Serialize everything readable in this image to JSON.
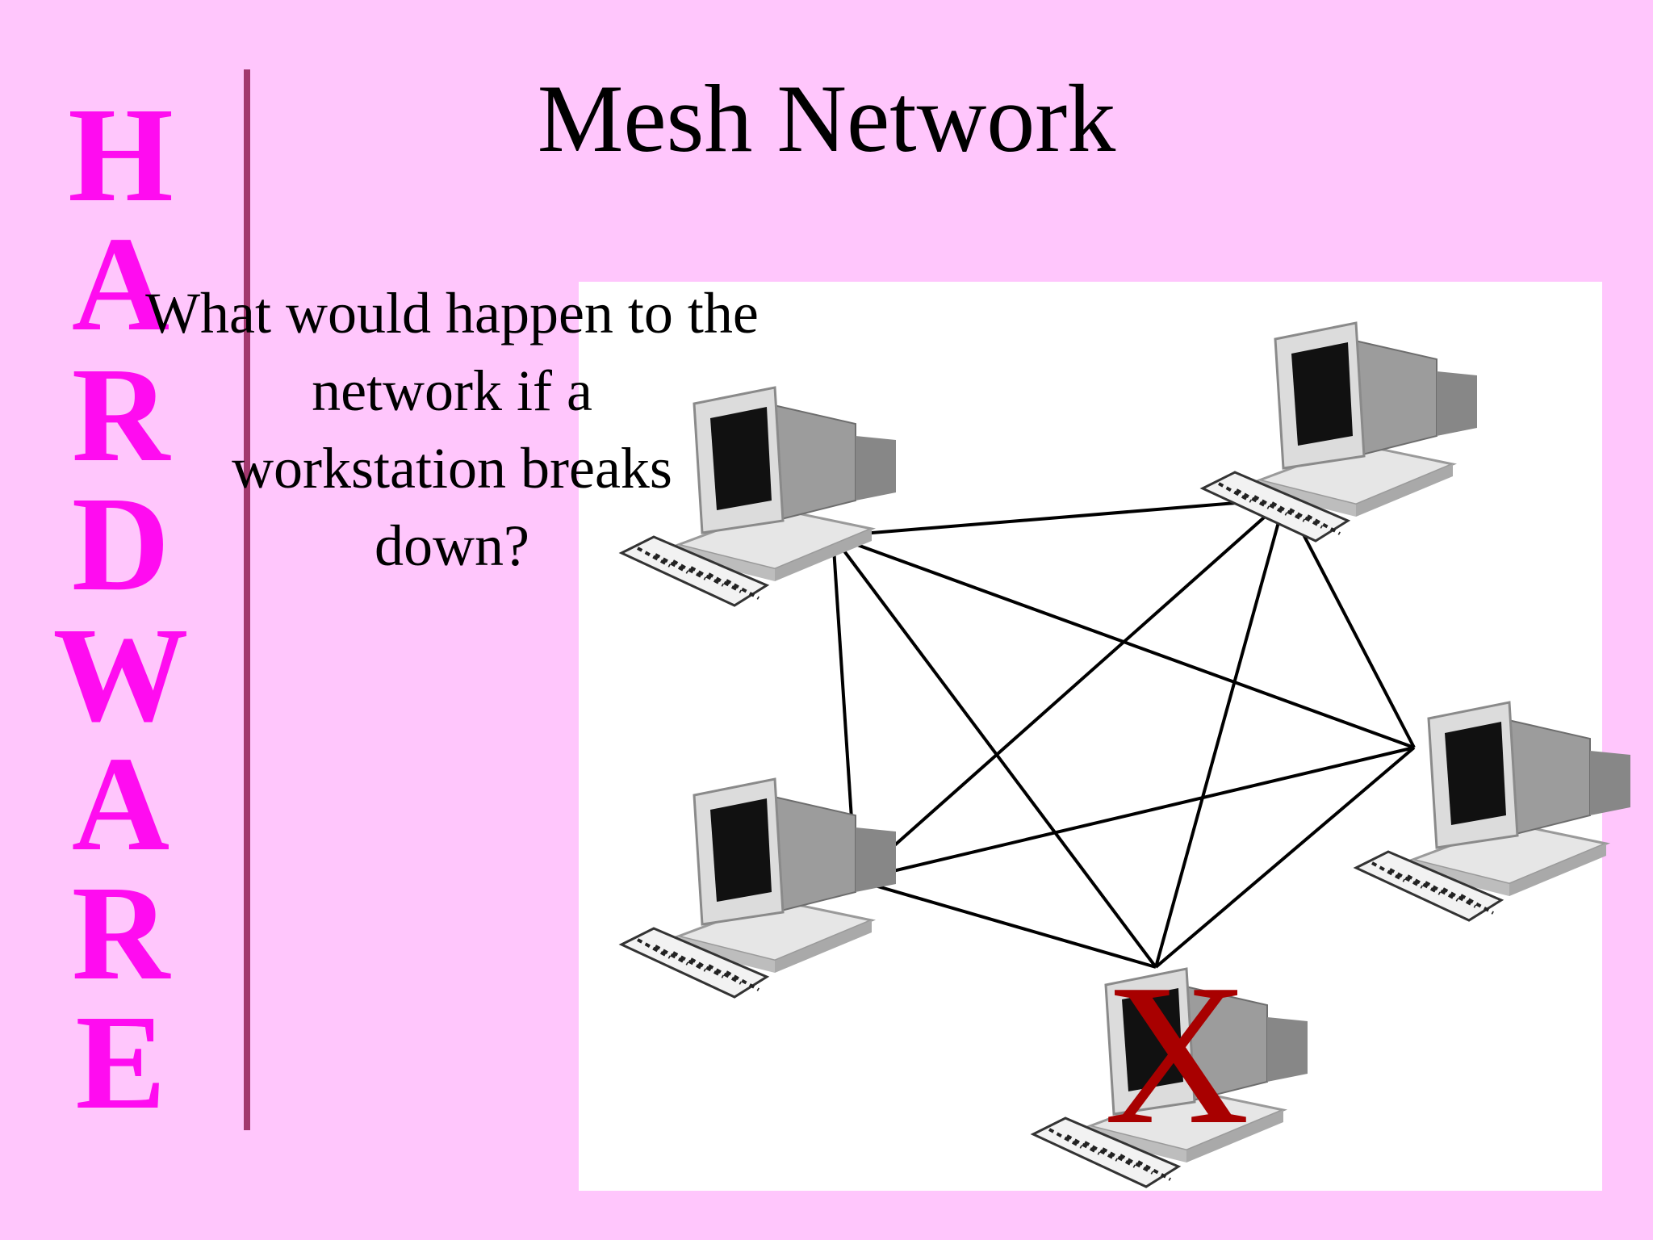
{
  "sidebar": {
    "letters": [
      "H",
      "A",
      "R",
      "D",
      "W",
      "A",
      "R",
      "E"
    ]
  },
  "slide": {
    "title": "Mesh Network",
    "question_lines": [
      "What would happen to the",
      "network if a",
      "workstation breaks",
      "down?"
    ],
    "failure_mark": "X"
  },
  "diagram": {
    "nodes": [
      {
        "id": "workstation-top-left",
        "icon": "computer-icon"
      },
      {
        "id": "workstation-top-right",
        "icon": "computer-icon"
      },
      {
        "id": "workstation-mid-right",
        "icon": "computer-icon"
      },
      {
        "id": "workstation-bottom-left",
        "icon": "computer-icon"
      },
      {
        "id": "workstation-bottom-center",
        "icon": "computer-icon",
        "status": "broken"
      }
    ],
    "links": [
      [
        "workstation-top-left",
        "workstation-top-right"
      ],
      [
        "workstation-top-left",
        "workstation-mid-right"
      ],
      [
        "workstation-top-left",
        "workstation-bottom-left"
      ],
      [
        "workstation-top-left",
        "workstation-bottom-center"
      ],
      [
        "workstation-top-right",
        "workstation-mid-right"
      ],
      [
        "workstation-top-right",
        "workstation-bottom-left"
      ],
      [
        "workstation-top-right",
        "workstation-bottom-center"
      ],
      [
        "workstation-bottom-left",
        "workstation-mid-right"
      ],
      [
        "workstation-bottom-left",
        "workstation-bottom-center"
      ],
      [
        "workstation-mid-right",
        "workstation-bottom-center"
      ]
    ]
  },
  "colors": {
    "background": "#ffc6fc",
    "side_letters": "#ff0cf0",
    "divider": "#a2386e",
    "failure_mark": "#a80000"
  }
}
